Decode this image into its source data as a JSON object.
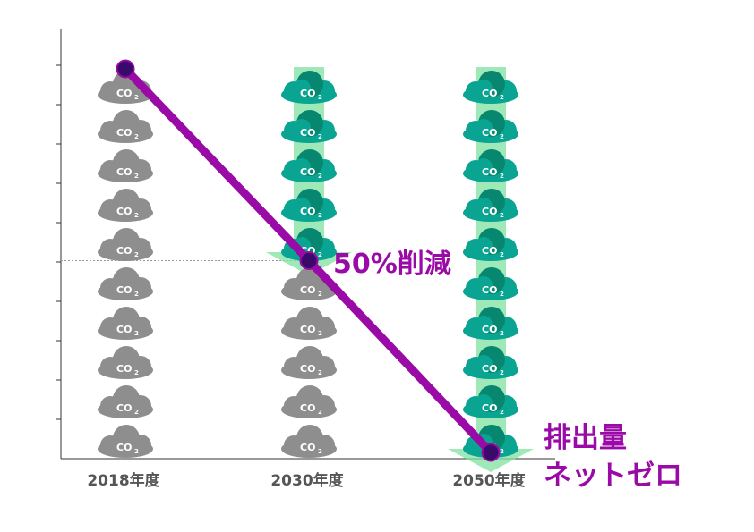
{
  "chart_data": {
    "type": "line",
    "categories": [
      "2018年度",
      "2030年度",
      "2050年度"
    ],
    "values": [
      100,
      50,
      0
    ],
    "ylim": [
      0,
      100
    ],
    "grid": false,
    "reference_line": 50,
    "cloud_label": "CO",
    "cloud_subscript": "2",
    "clouds": [
      {
        "category": "2018年度",
        "remaining": 10,
        "reduced": 0
      },
      {
        "category": "2030年度",
        "remaining": 5,
        "reduced": 5
      },
      {
        "category": "2050年度",
        "remaining": 0,
        "reduced": 10
      }
    ],
    "annotations": [
      {
        "at": "2030年度",
        "lines": [
          "50%削減"
        ]
      },
      {
        "at": "2050年度",
        "lines": [
          "排出量",
          "ネットゼロ"
        ]
      }
    ],
    "colors": {
      "line": "#9a0aa6",
      "marker": "#3a0a6a",
      "remaining_cloud": "#8e8e8e",
      "reduced_cloud": "#0aa592",
      "reduced_cloud_dark": "#07876f",
      "arrow": "#7fe0a0",
      "axis": "#333333",
      "reference_line": "#999999",
      "tick_label": "#555555",
      "annotation": "#9a0aa6"
    }
  }
}
